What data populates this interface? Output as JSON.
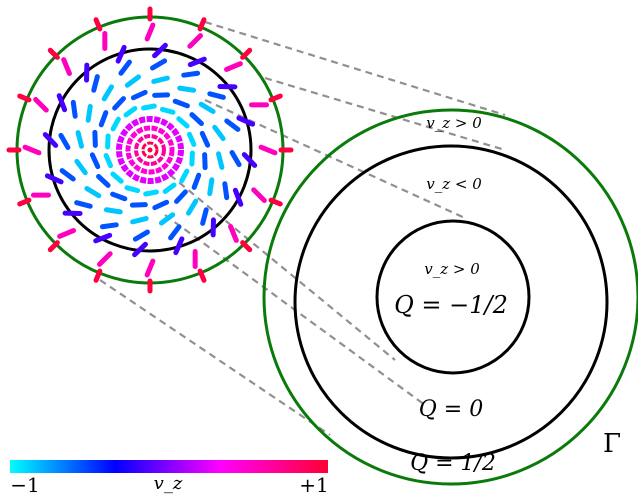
{
  "regions": {
    "outer_vz": "v_z > 0",
    "middle_vz": "v_z < 0",
    "inner_vz": "v_z > 0",
    "inner_q": "Q = −1/2",
    "middle_q": "Q = 0",
    "outer_q": "Q = 1/2",
    "domain": "Γ"
  },
  "colorbar": {
    "min_label": "−1",
    "mid_label": "v_z",
    "max_label": "+1",
    "colors": [
      "#00ffff",
      "#0000ff",
      "#ff00ff",
      "#ff0033"
    ]
  },
  "colors": {
    "outer_ring": "#0a7a0a",
    "inner_rings": "#000000",
    "dashed_lines": "#909090"
  }
}
